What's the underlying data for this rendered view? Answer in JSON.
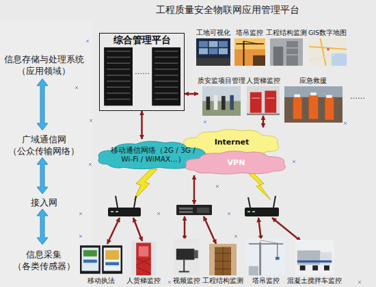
{
  "diagram": {
    "title": "工程质量安全物联网应用管理平台",
    "nodes": [
      {
        "text": [
          "综合管理平台"
        ]
      },
      {
        "text": [
          "工地可视化"
        ]
      },
      {
        "text": [
          "塔吊监控"
        ]
      },
      {
        "text": [
          "工程结构监测"
        ]
      },
      {
        "text": [
          "GIS数字地图"
        ]
      },
      {
        "text": [
          "质安监项目管理"
        ]
      },
      {
        "text": [
          "人货梯监控"
        ]
      },
      {
        "text": [
          "应急救援"
        ]
      },
      {
        "text": [
          "Internet"
        ]
      },
      {
        "text": [
          "移动通信网络（2G / 3G / Wi-Fi / WiMAX…）"
        ]
      },
      {
        "text": [
          "VPN"
        ]
      },
      {
        "text": [
          "移动执法"
        ]
      },
      {
        "text": [
          "人货梯监控"
        ]
      },
      {
        "text": [
          "视频监控"
        ]
      },
      {
        "text": [
          "工程结构监测"
        ]
      },
      {
        "text": [
          "塔吊监控"
        ]
      },
      {
        "text": [
          "混凝土搅拌车监控"
        ]
      }
    ],
    "edges": [
      {
        "from": 0,
        "to": 9,
        "arrow": "both"
      },
      {
        "from": 0,
        "to": 5,
        "arrow": "both"
      },
      {
        "from": 8,
        "to": 6,
        "arrow": "both"
      }
    ],
    "labels": [
      "信息存储与处理系统",
      "（应用领域）",
      "广域通信网",
      "（公众传输网络）",
      "接入网",
      "信息采集",
      "（各类传感器）",
      "……",
      "……"
    ]
  }
}
